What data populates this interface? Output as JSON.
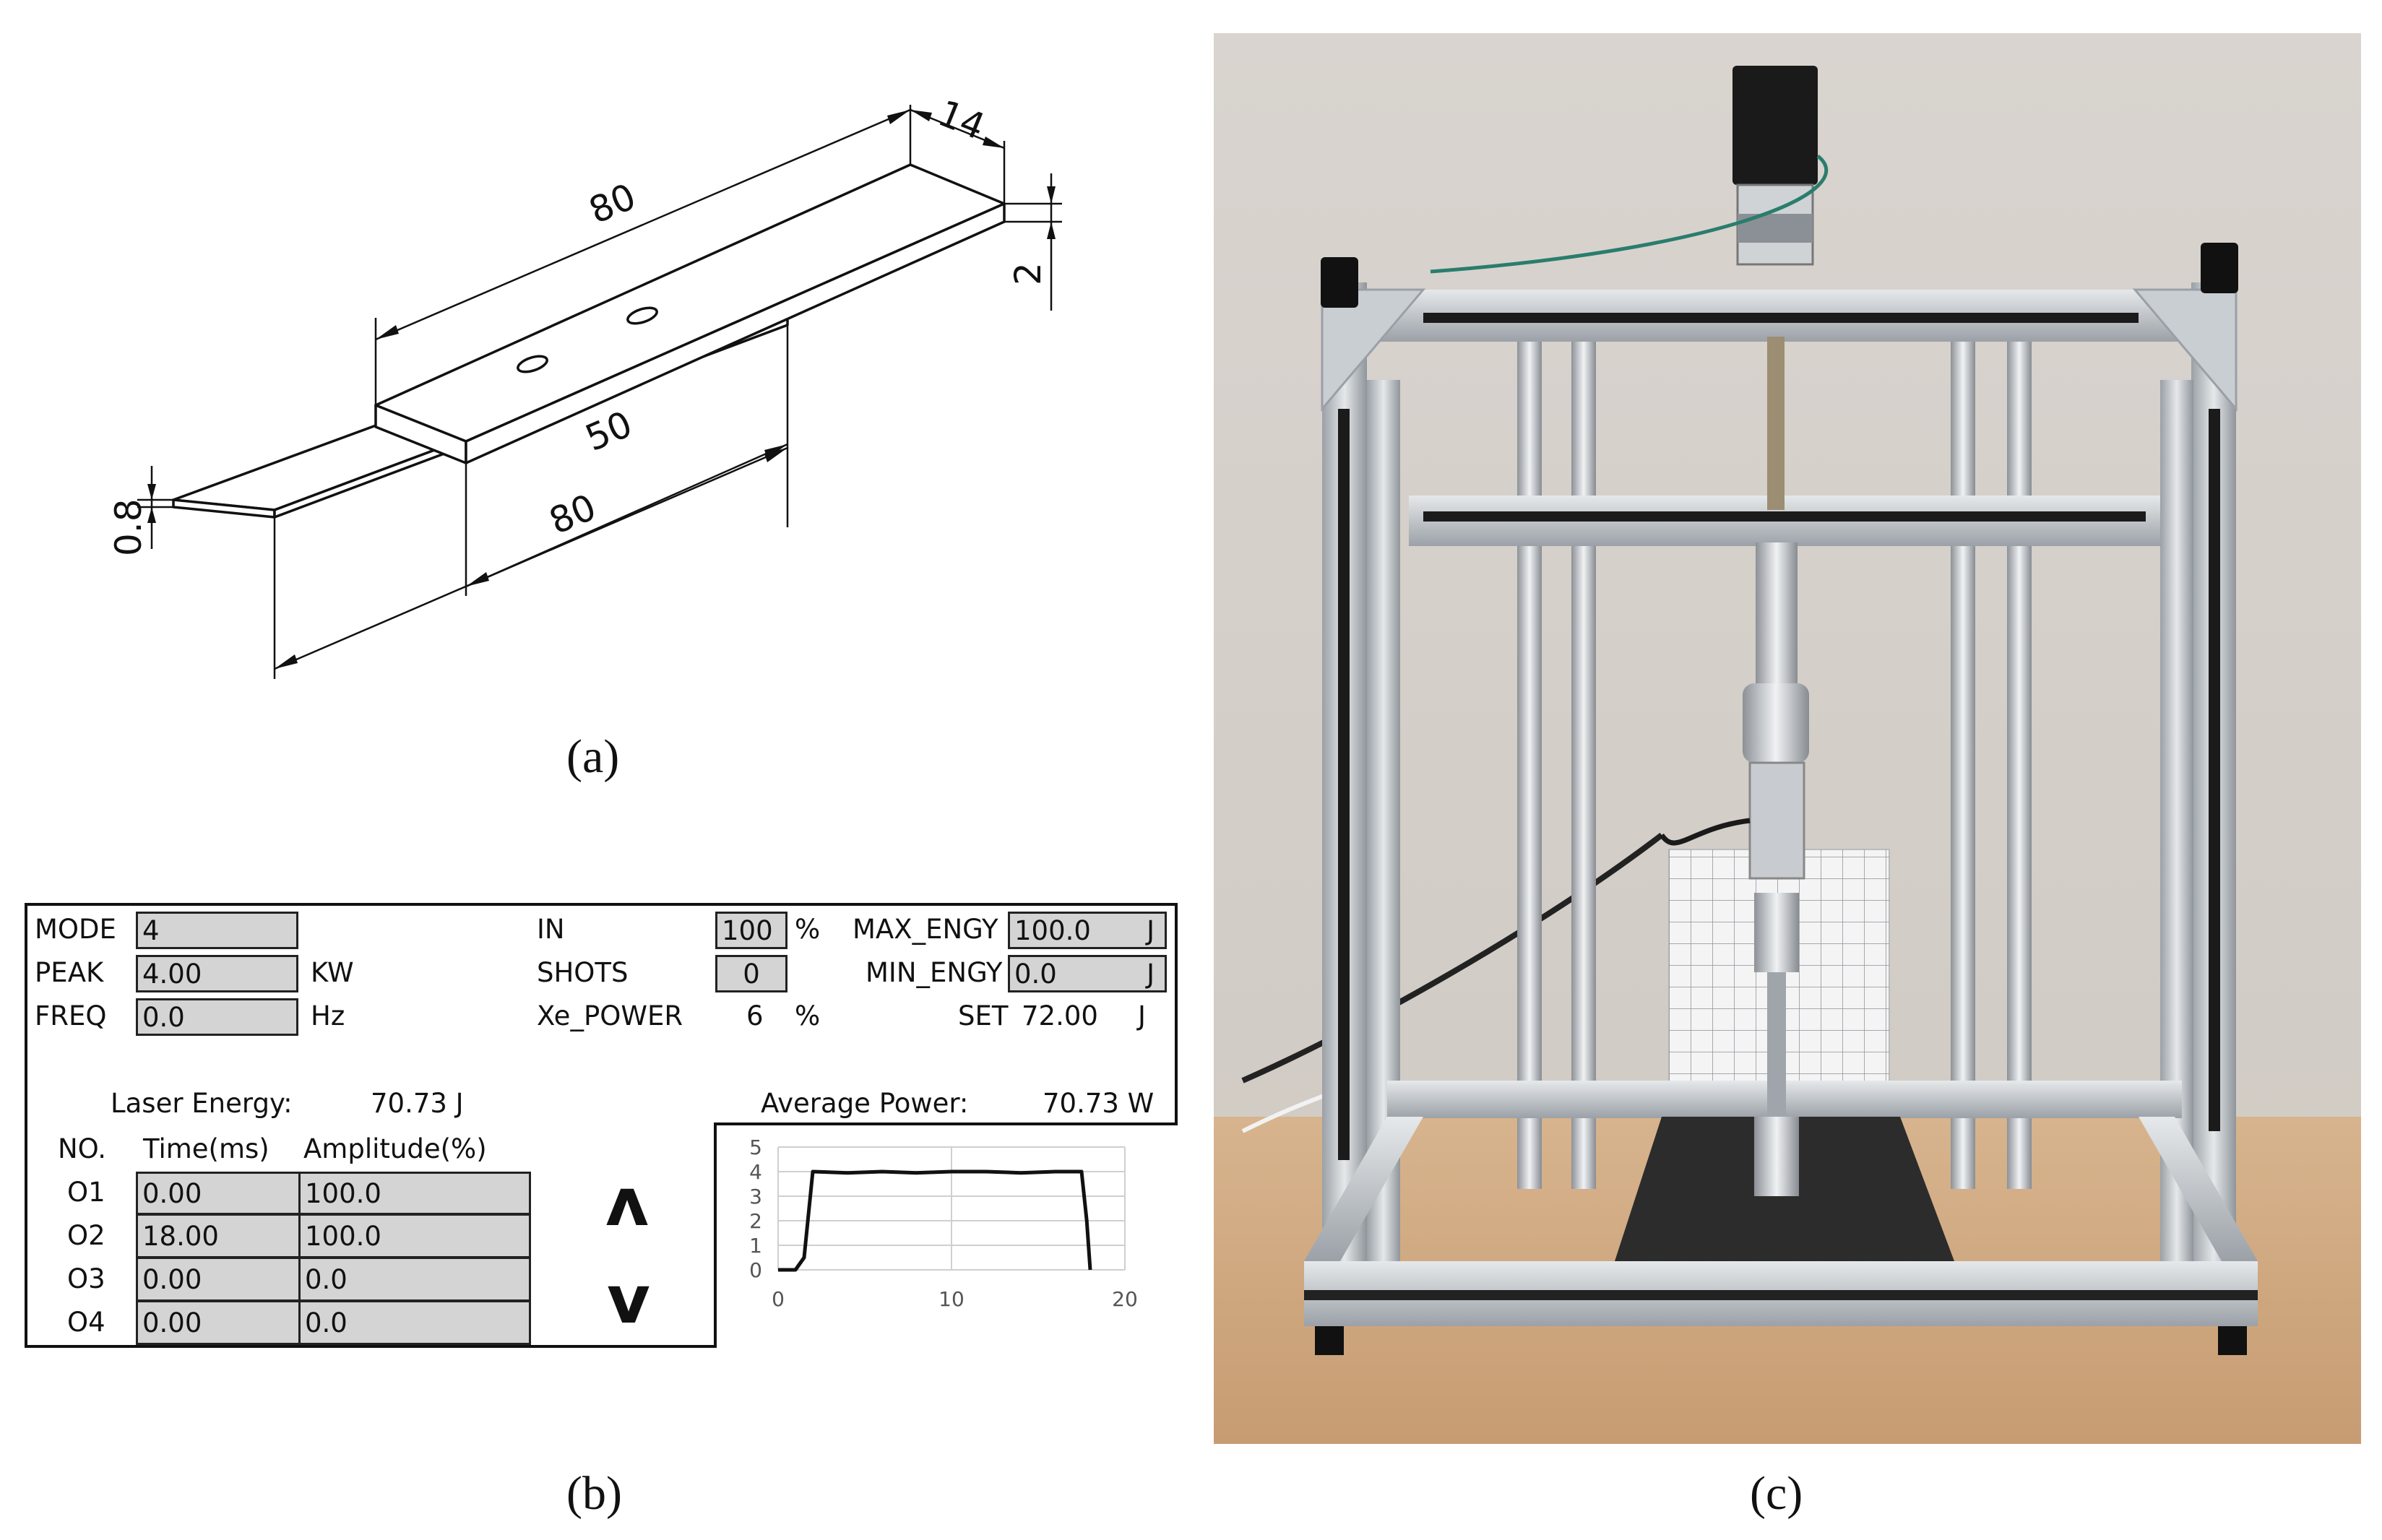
{
  "captions": {
    "a": "(a)",
    "b": "(b)",
    "c": "(c)"
  },
  "drawing_a": {
    "dims": {
      "upper_length": "80",
      "width": "14",
      "thickness_upper": "2",
      "overlap": "50",
      "lower_length": "80",
      "thickness_lower": "0.8"
    }
  },
  "panel": {
    "mode_label": "MODE",
    "mode_value": "4",
    "peak_label": "PEAK",
    "peak_value": "4.00",
    "peak_unit": "KW",
    "freq_label": "FREQ",
    "freq_value": "0.0",
    "freq_unit": "Hz",
    "in_label": "IN",
    "in_value": "100",
    "in_unit": "%",
    "shots_label": "SHOTS",
    "shots_value": "0",
    "xe_label": "Xe_POWER",
    "xe_value": "6",
    "xe_unit": "%",
    "max_label": "MAX_ENGY",
    "max_value": "100.0",
    "max_unit": "J",
    "min_label": "MIN_ENGY",
    "min_value": "0.0",
    "min_unit": "J",
    "set_label": "SET",
    "set_value": "72.00",
    "set_unit": "J",
    "energy_label": "Laser Energy:",
    "energy_value": "70.73 J",
    "power_label": "Average Power:",
    "power_value": "70.73 W",
    "table": {
      "headers": [
        "NO.",
        "Time(ms)",
        "Amplitude(%)"
      ],
      "rows": [
        {
          "no": "O1",
          "time": "0.00",
          "amp": "100.0"
        },
        {
          "no": "O2",
          "time": "18.00",
          "amp": "100.0"
        },
        {
          "no": "O3",
          "time": "0.00",
          "amp": "0.0"
        },
        {
          "no": "O4",
          "time": "0.00",
          "amp": "0.0"
        }
      ]
    },
    "up_arrow": "ʌ",
    "down_arrow": "v"
  },
  "chart_data": {
    "type": "line",
    "x": [
      0,
      1,
      1.5,
      2,
      4,
      6,
      8,
      10,
      12,
      14,
      16,
      17.5,
      17.8,
      18
    ],
    "series": [
      {
        "values": [
          0,
          0,
          0.5,
          4,
          3.95,
          4,
          3.95,
          4,
          4,
          3.95,
          4,
          4,
          2,
          0
        ]
      }
    ],
    "xticks": [
      "0",
      "10",
      "20"
    ],
    "yticks": [
      "0",
      "1",
      "2",
      "3",
      "4",
      "5"
    ],
    "xlim": [
      0,
      20
    ],
    "ylim": [
      0,
      5
    ],
    "grid": true,
    "line_color": "#111111"
  },
  "photo_c": {
    "icons": [
      "stepper-motor-icon",
      "load-cell-icon",
      "grid-board-icon",
      "aluminium-frame-icon"
    ]
  }
}
